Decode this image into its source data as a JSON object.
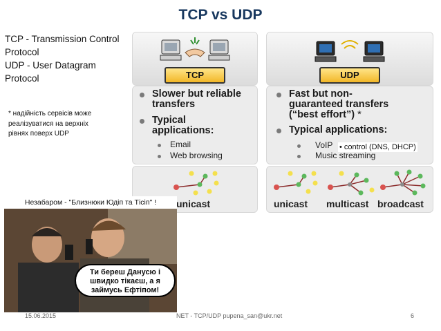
{
  "title": "TCP vs UDP",
  "definitions": {
    "line1": "TCP - Transmission Control",
    "line2": "Protocol",
    "line3": "UDP - User Datagram",
    "line4": "Protocol"
  },
  "note": {
    "line1": "* надійність сервісів може",
    "line2": "реалізуватися на верхніх",
    "line3": "рівнях поверх UDP"
  },
  "tcp": {
    "label": "TCP",
    "bullet1a": "Slower but reliable",
    "bullet1b": "transfers",
    "bullet2a": "Typical",
    "bullet2b": "applications:",
    "sub1": "Email",
    "sub2": "Web browsing",
    "unicast": "unicast"
  },
  "udp": {
    "label": "UDP",
    "bullet1a": "Fast but non-",
    "bullet1b": "guaranteed transfers",
    "bullet1c": "(“best effort”)",
    "star": "*",
    "bullet2": "Typical applications:",
    "sub1": "VoIP",
    "sub2": "Music streaming",
    "unicast": "unicast",
    "multicast": "multicast",
    "broadcast": "broadcast"
  },
  "extra_note": "• control (DNS, DHCP)",
  "photo": {
    "caption": "Незабаром - \"Близнюки Юдіп та Тісіп\" !",
    "speech1": "Ти береш Данусю і",
    "speech2": "швидко тікаєш, а я",
    "speech3": "займусь Ефтіпом!"
  },
  "footer": {
    "date": "15.06.2015",
    "center": "NET - TCP/UDP pupena_san@ukr.net",
    "page": "6"
  },
  "colors": {
    "title": "#17375e",
    "label_fill": "#f2b728",
    "node_red": "#d9534f",
    "node_yellow": "#f4e04d",
    "node_green": "#5cb85c"
  }
}
